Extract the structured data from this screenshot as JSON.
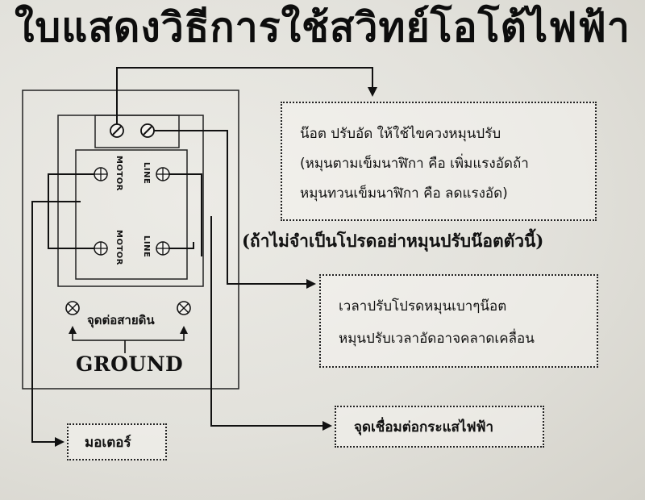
{
  "title": "ใบแสดงวิธีการใช้สวิทย์โอโต้ไฟฟ้า",
  "terminals": {
    "motor_top": "MOTOR",
    "line_top": "LINE",
    "motor_bottom": "MOTOR",
    "line_bottom": "LINE"
  },
  "ground": {
    "label_th": "จุดต่อสายดิน",
    "label_en": "GROUND"
  },
  "instruction_box": {
    "line1": "น๊อต ปรับอัด ให้ใช้ไขควงหมุนปรับ",
    "line2": "(หมุนตามเข็มนาฬิกา คือ เพิ่มแรงอัดถ้า",
    "line3": "หมุนทวนเข็มนาฬิกา คือ ลดแรงอัด)"
  },
  "warning": "(ถ้าไม่จำเป็นโปรดอย่าหมุนปรับน๊อตตัวนี้)",
  "timer_box": {
    "line1": "เวลาปรับโปรดหมุนเบาๆน๊อต",
    "line2": "หมุนปรับเวลาอัดอาจคลาดเคลื่อน"
  },
  "motor_box": "มอเตอร์",
  "power_box": "จุดเชื่อมต่อกระแสไฟฟ้า"
}
